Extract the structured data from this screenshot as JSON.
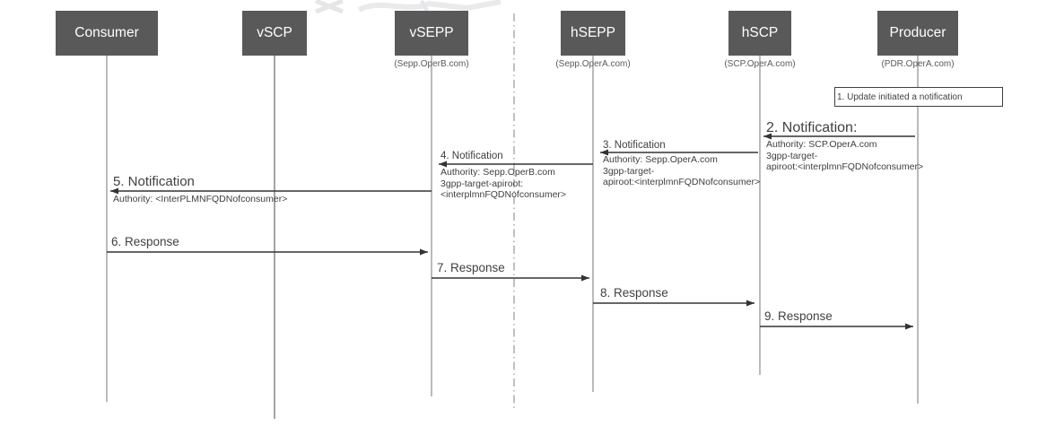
{
  "colors": {
    "actor_box": "#595959",
    "actor_text": "#ffffff",
    "message_text": "#404040",
    "arrow": "#333333",
    "lifeline": "#8c8c8c",
    "separator": "#a6a6a6",
    "note_border": "#404040",
    "watermark": "#d6d9dd"
  },
  "actors": [
    {
      "label": "Consumer",
      "sublabel": ""
    },
    {
      "label": "vSCP",
      "sublabel": ""
    },
    {
      "label": "vSEPP",
      "sublabel": "(Sepp.OperB.com)"
    },
    {
      "label": "hSEPP",
      "sublabel": "(Sepp.OperA.com)"
    },
    {
      "label": "hSCP",
      "sublabel": "(SCP.OperA.com)"
    },
    {
      "label": "Producer",
      "sublabel": "(PDR.OperA.com)"
    }
  ],
  "note": {
    "text": "1. Update initiated a notification"
  },
  "messages": [
    {
      "title": "2. Notification:",
      "from": "Producer",
      "to": "hSCP",
      "details": [
        "Authority: SCP.OperA.com",
        "3gpp-target-",
        "apiroot:<interplmnFQDNofconsumer>"
      ]
    },
    {
      "title": "3. Notification",
      "from": "hSCP",
      "to": "hSEPP",
      "details": [
        "Authority: Sepp.OperA.com",
        "3gpp-target-",
        "apiroot:<interplmnFQDNofconsumer>"
      ]
    },
    {
      "title": "4. Notification",
      "from": "hSEPP",
      "to": "vSEPP",
      "details": [
        "Authority: Sepp.OperB.com",
        "3gpp-target-apiroot:",
        "<interplmnFQDNofconsumer>"
      ]
    },
    {
      "title": "5. Notification",
      "from": "vSEPP",
      "to": "Consumer",
      "details": [
        "Authority: <InterPLMNFQDNofconsumer>"
      ]
    },
    {
      "title": "6. Response",
      "from": "Consumer",
      "to": "vSEPP",
      "details": []
    },
    {
      "title": "7. Response",
      "from": "vSEPP",
      "to": "hSEPP",
      "details": []
    },
    {
      "title": "8. Response",
      "from": "hSEPP",
      "to": "hSCP",
      "details": []
    },
    {
      "title": "9. Response",
      "from": "hSCP",
      "to": "Producer",
      "details": []
    }
  ]
}
